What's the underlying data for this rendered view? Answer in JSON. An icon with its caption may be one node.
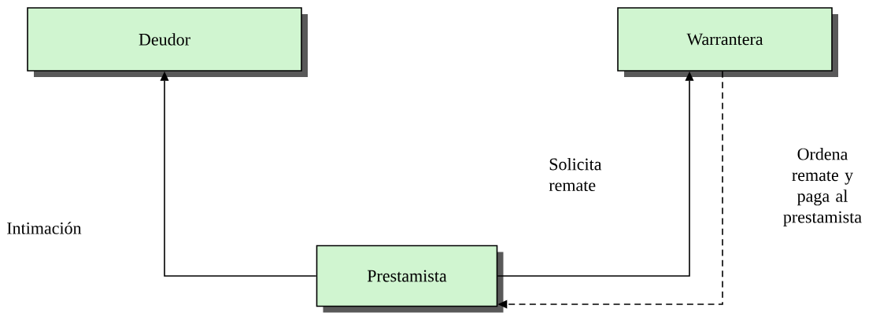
{
  "diagram": {
    "nodes": [
      {
        "text": [
          "Deudor"
        ]
      },
      {
        "text": [
          "Warrantera"
        ]
      },
      {
        "text": [
          "Prestamista"
        ]
      }
    ],
    "edges": [
      {
        "from": 2,
        "to": 0,
        "arrow": "to",
        "label": "Intimación"
      },
      {
        "from": 2,
        "to": 1,
        "arrow": "to",
        "label": "Solicita remate"
      },
      {
        "from": 1,
        "to": 2,
        "arrow": "to",
        "style": "dashed",
        "label": "Ordena remate y paga al prestamista"
      }
    ]
  }
}
